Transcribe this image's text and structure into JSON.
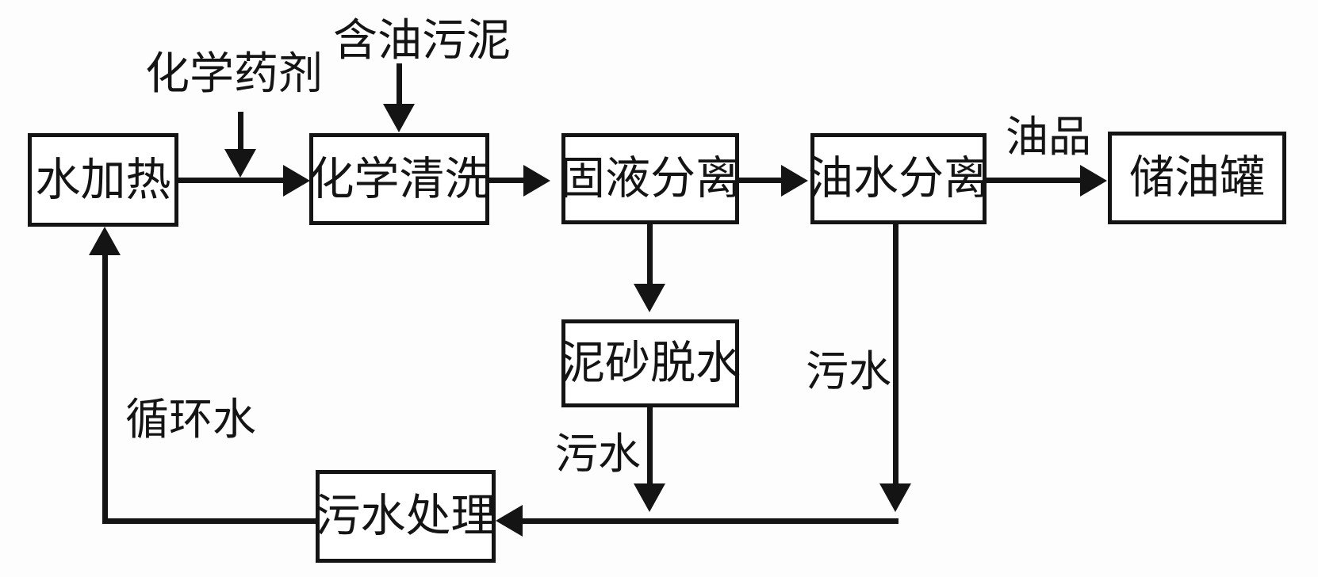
{
  "diagram": {
    "type": "process-flowchart",
    "colors": {
      "ink": "#141414",
      "background": "#fdfdfd",
      "box_fill": "#ffffff"
    },
    "nodes": {
      "water_heating": "水加热",
      "chemical_cleaning": "化学清洗",
      "solid_liquid_separation": "固液分离",
      "oil_water_separation": "油水分离",
      "oil_storage_tank": "储油罐",
      "sand_dewatering": "泥砂脱水",
      "sewage_treatment": "污水处理"
    },
    "flow_labels": {
      "chemical_agent": "化学药剂",
      "oily_sludge": "含油污泥",
      "oil_product": "油品",
      "sewage_from_oil_water_separation": "污水",
      "sewage_from_sand_dewatering": "污水",
      "circulating_water": "循环水"
    },
    "edges": [
      {
        "from": "water_heating",
        "to": "chemical_cleaning",
        "label": ""
      },
      {
        "from": "chemical_agent",
        "to": "chemical_cleaning",
        "label": "化学药剂"
      },
      {
        "from": "oily_sludge",
        "to": "chemical_cleaning",
        "label": "含油污泥"
      },
      {
        "from": "chemical_cleaning",
        "to": "solid_liquid_separation",
        "label": ""
      },
      {
        "from": "solid_liquid_separation",
        "to": "oil_water_separation",
        "label": ""
      },
      {
        "from": "oil_water_separation",
        "to": "oil_storage_tank",
        "label": "油品"
      },
      {
        "from": "solid_liquid_separation",
        "to": "sand_dewatering",
        "label": ""
      },
      {
        "from": "sand_dewatering",
        "to": "sewage_treatment",
        "label": "污水"
      },
      {
        "from": "oil_water_separation",
        "to": "sewage_treatment",
        "label": "污水"
      },
      {
        "from": "sewage_treatment",
        "to": "water_heating",
        "label": "循环水"
      }
    ]
  }
}
